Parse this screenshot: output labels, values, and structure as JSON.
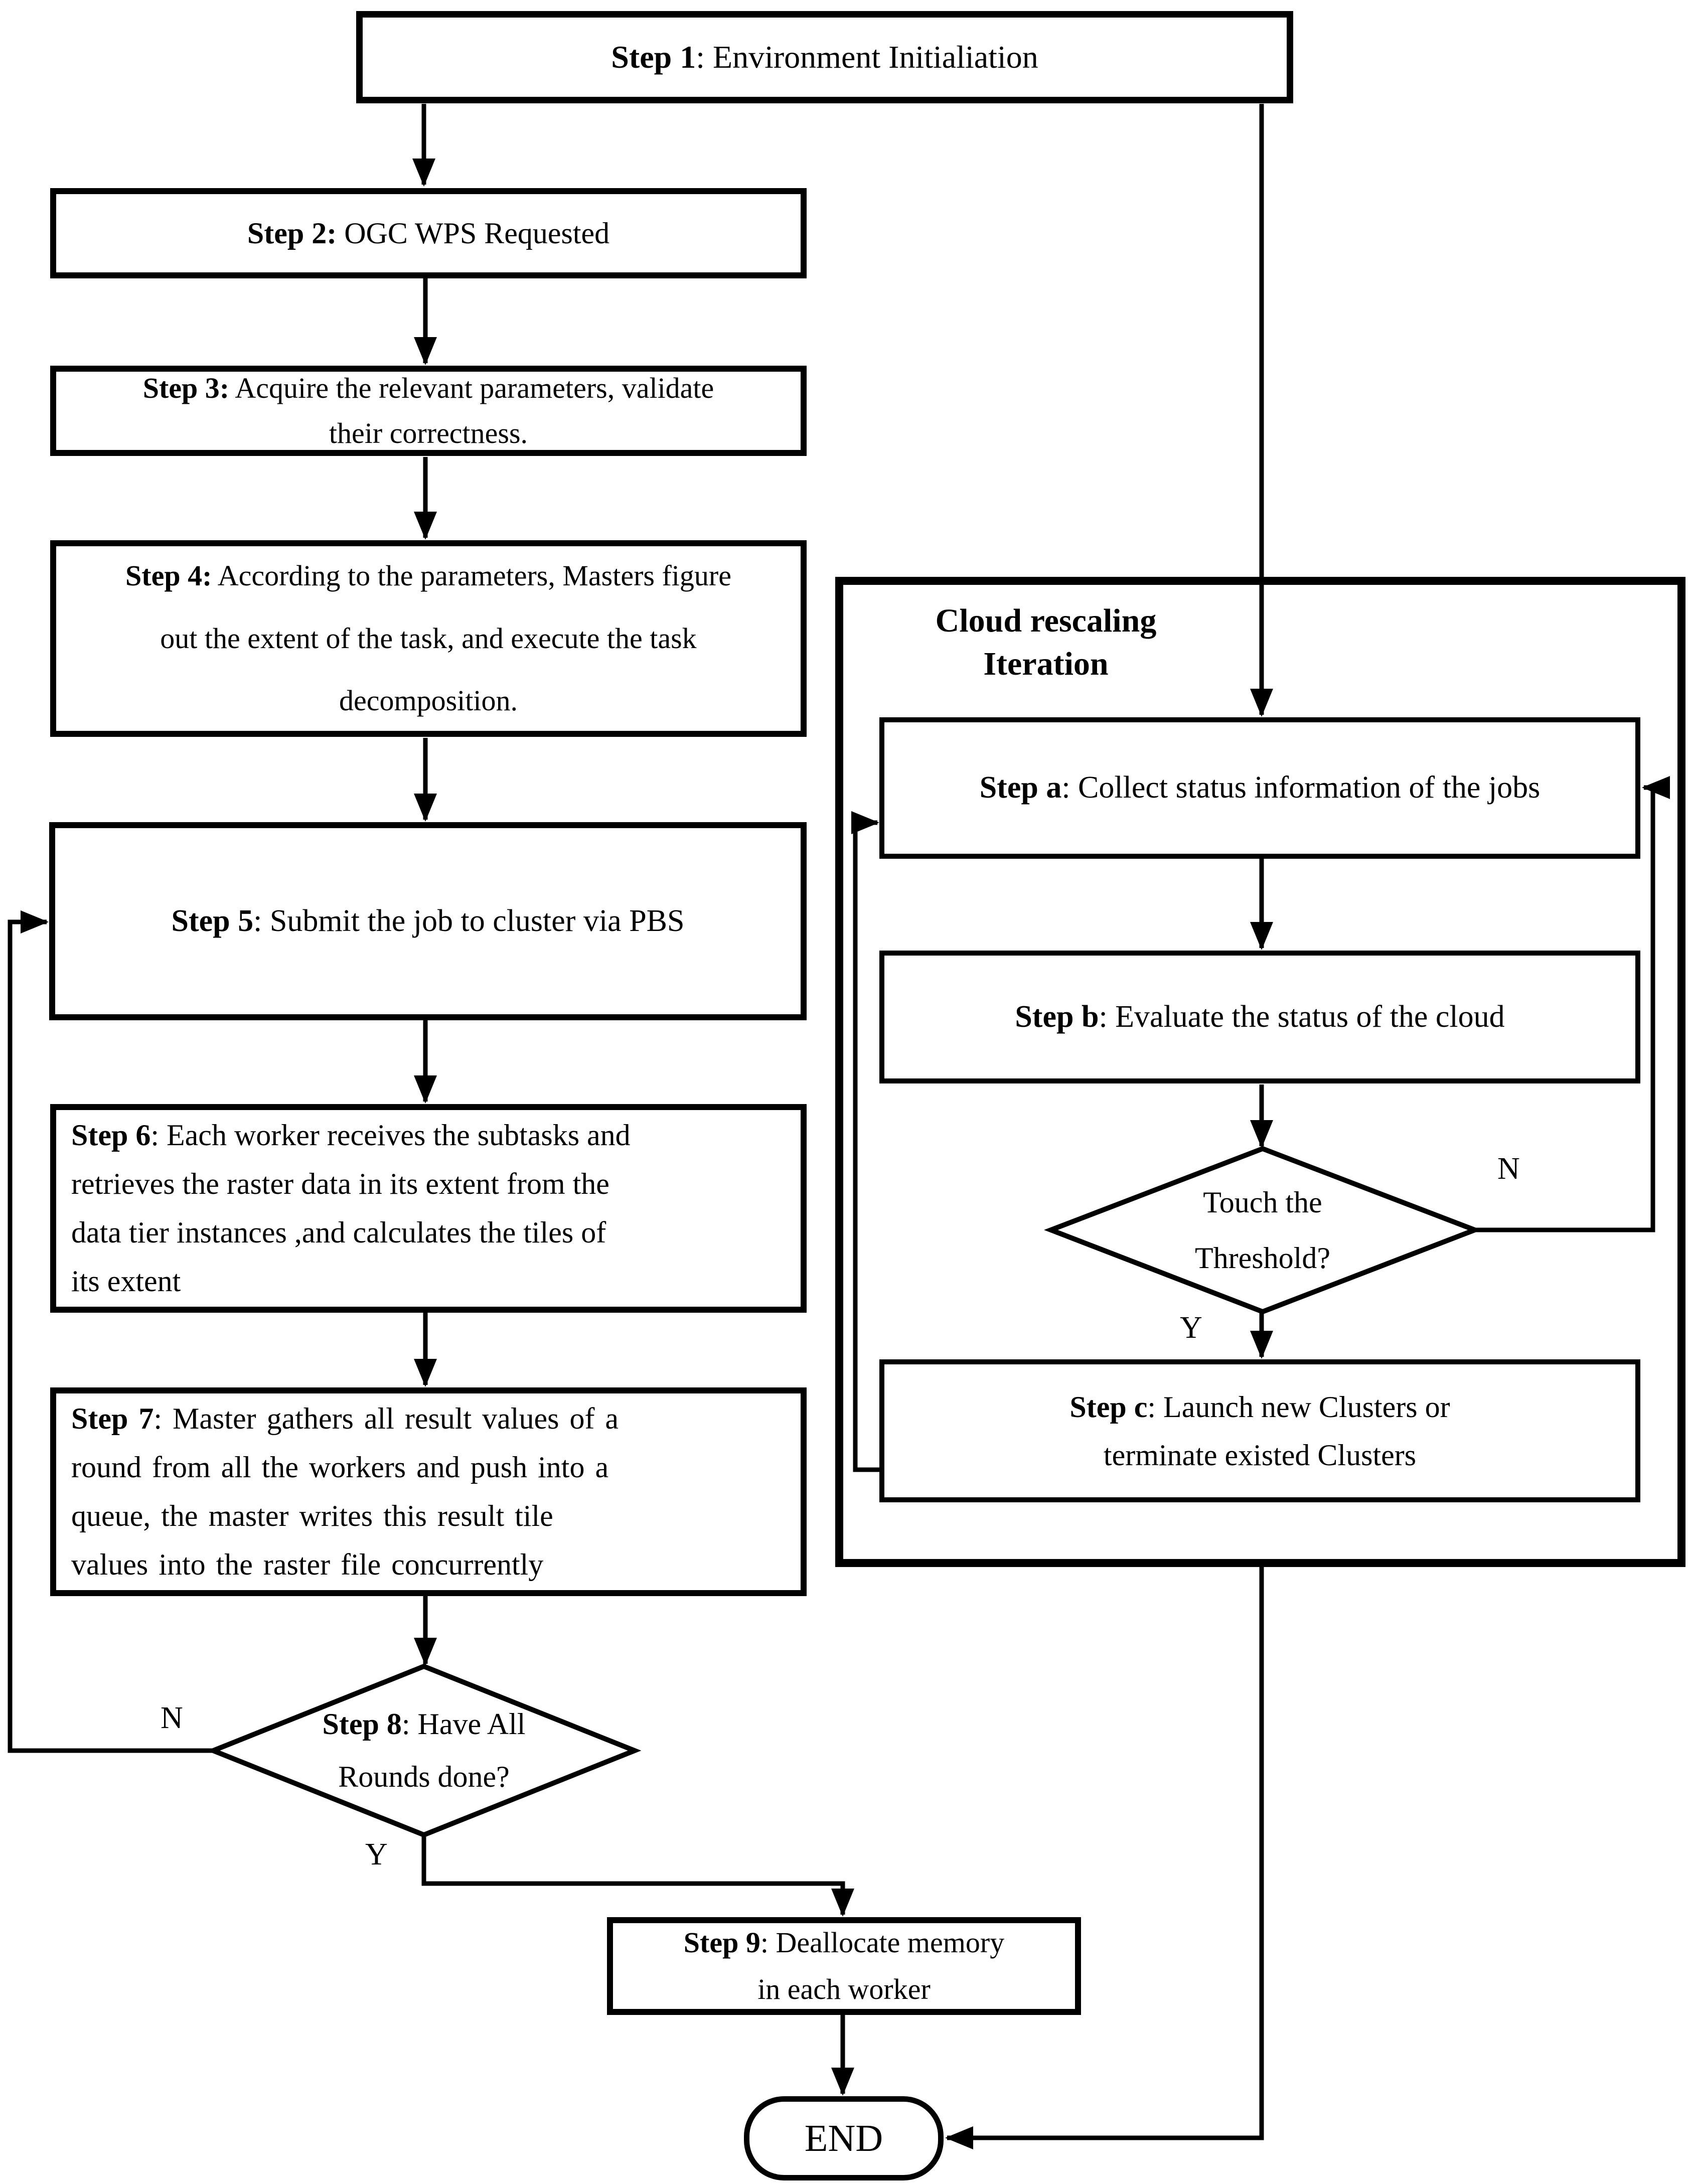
{
  "title": "Workflow flowchart",
  "nodes": {
    "step1": {
      "bold": "Step 1",
      "rest": ": Environment Initialiation"
    },
    "step2": {
      "bold": "Step 2:",
      "rest": " OGC WPS Requested"
    },
    "step3": {
      "bold": "Step 3:",
      "rest": " Acquire the relevant parameters, validate\ntheir correctness."
    },
    "step4": {
      "bold": "Step 4:",
      "rest": " According to the parameters, Masters figure\nout the extent of the task, and execute the task\ndecomposition."
    },
    "step5": {
      "bold": "Step 5",
      "rest": ": Submit the job to cluster via PBS"
    },
    "step6": {
      "bold": "Step 6",
      "rest": ": Each worker receives the subtasks and\nretrieves  the raster data in its extent from the\ndata tier instances ,and calculates the tiles of\nits extent"
    },
    "step7": {
      "bold": "Step 7",
      "rest": ": Master gathers all result values of a\nround from all the workers and push into a\nqueue, the master  writes this result tile\nvalues into the raster file concurrently"
    },
    "step8": {
      "bold": "Step 8",
      "rest": ": Have All\nRounds done?"
    },
    "step9": {
      "bold": "Step 9",
      "rest": ": Deallocate memory\nin each worker"
    },
    "end": {
      "label": "END"
    },
    "cloud_group": {
      "label": "Cloud rescaling\nIteration"
    },
    "step_a": {
      "bold": "Step a",
      "rest": ": Collect status information of the jobs"
    },
    "step_b": {
      "bold": "Step b",
      "rest": ": Evaluate the status of the cloud"
    },
    "threshold": {
      "label": "Touch the\nThreshold?"
    },
    "step_c": {
      "bold": "Step c",
      "rest": ": Launch new Clusters or\nterminate existed Clusters"
    }
  },
  "edge_labels": {
    "step8_no": "N",
    "step8_yes": "Y",
    "threshold_no": "N",
    "threshold_yes": "Y"
  },
  "colors": {
    "ink": "#000000",
    "paper": "#ffffff"
  }
}
